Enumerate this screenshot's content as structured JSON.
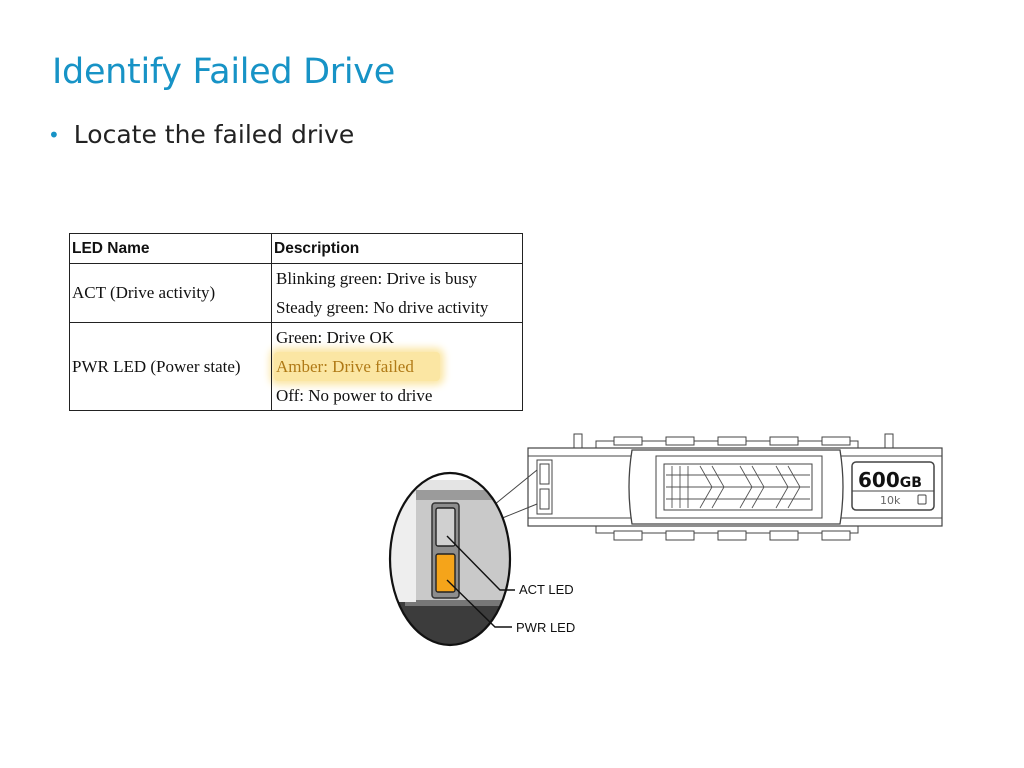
{
  "slide": {
    "title": "Identify Failed Drive",
    "bullet": "Locate the failed drive"
  },
  "table": {
    "headers": {
      "name": "LED Name",
      "description": "Description"
    },
    "rows": [
      {
        "name": "ACT (Drive activity)",
        "descriptions": [
          "Blinking green: Drive is busy",
          "Steady green: No drive activity"
        ]
      },
      {
        "name": "PWR LED (Power state)",
        "descriptions": [
          "Green: Drive OK",
          "Amber: Drive failed",
          "Off: No power to drive"
        ]
      }
    ]
  },
  "diagram": {
    "capacity": "600",
    "capacity_unit": "GB",
    "speed": "10k",
    "act_label": "ACT LED",
    "pwr_label": "PWR LED",
    "led_color": "#f5a41a"
  },
  "colors": {
    "title": "#1793c6",
    "highlight": "#fbe6a3"
  }
}
